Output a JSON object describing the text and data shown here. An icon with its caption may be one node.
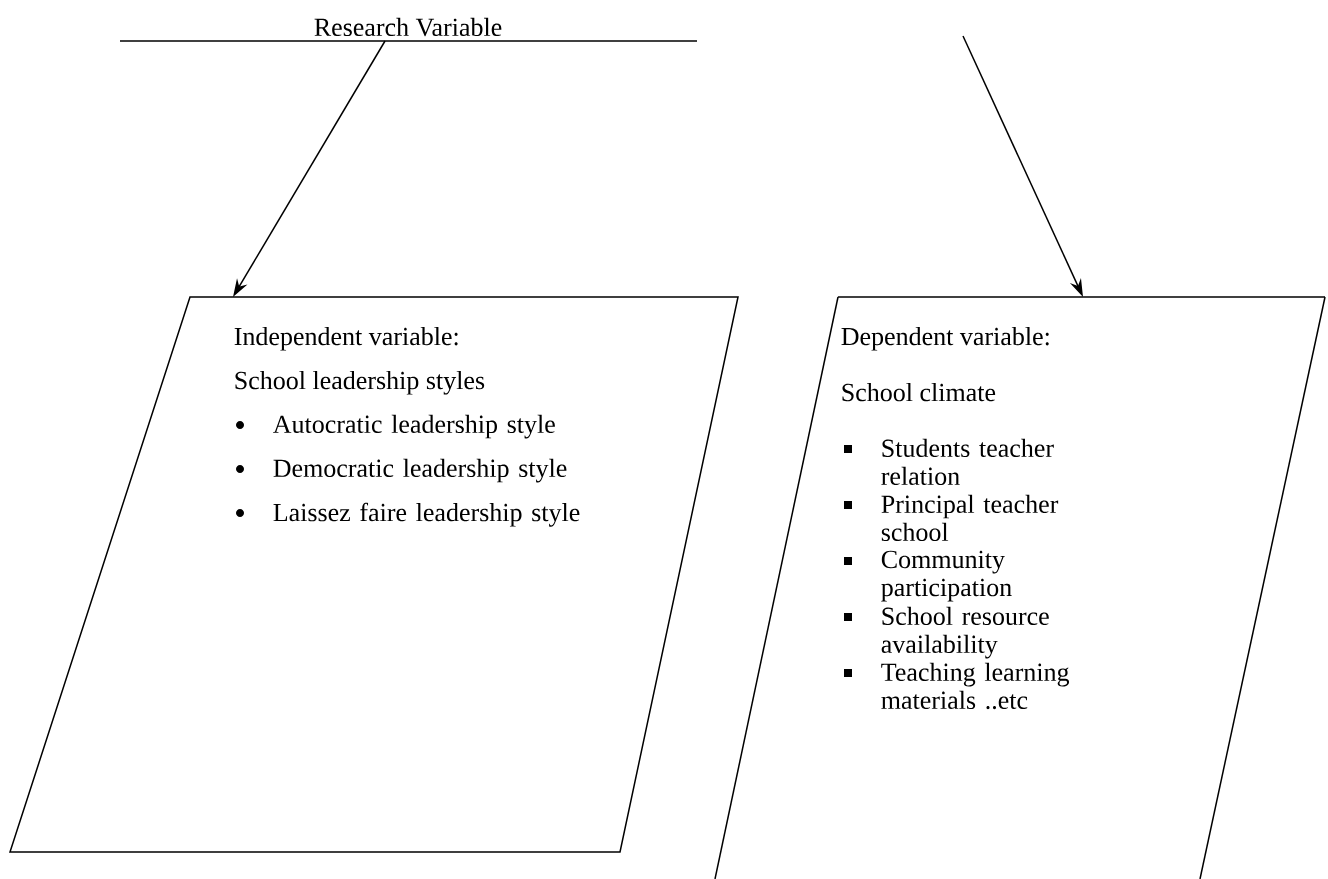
{
  "diagram": {
    "nodes": [
      {
        "text": [
          "Research Variable"
        ]
      },
      {
        "text": [
          "Independent variable:",
          "School leadership styles",
          "Autocratic leadership style",
          "Democratic leadership style",
          "Laissez faire leadership style"
        ]
      },
      {
        "text": [
          "Dependent variable:",
          "School climate",
          "Students teacher relation",
          "Principal teacher school",
          "Community participation",
          "School resource availability",
          "Teaching learning materials ..etc"
        ]
      }
    ],
    "edges": [
      {
        "from": 0,
        "to": 1,
        "arrow": "to"
      },
      {
        "from": null,
        "to": 2,
        "arrow": "to"
      }
    ]
  }
}
